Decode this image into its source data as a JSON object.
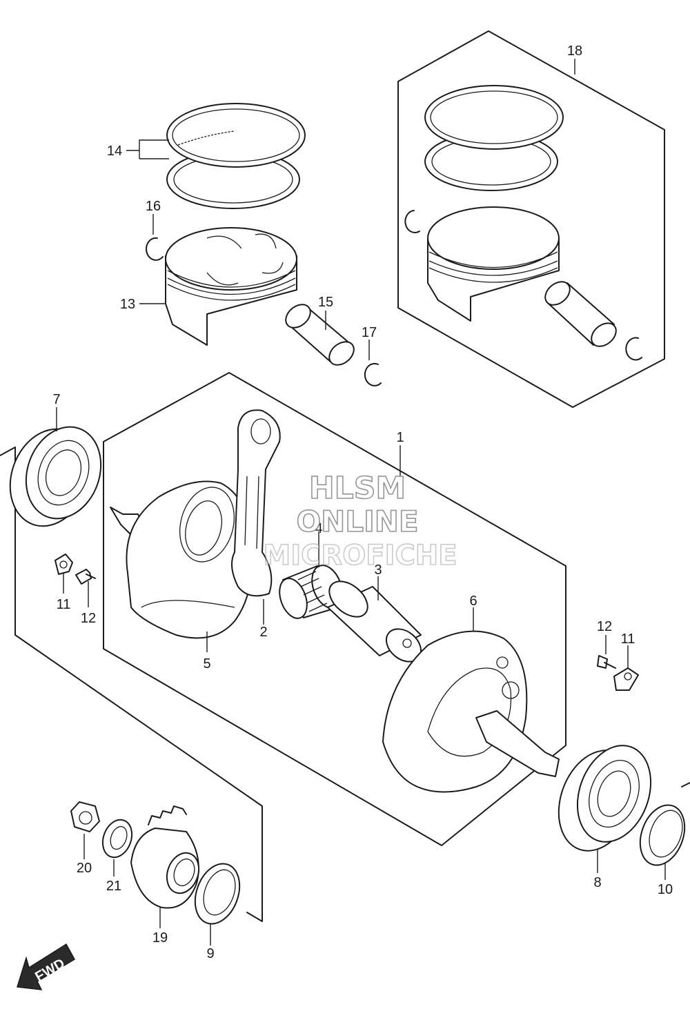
{
  "callouts": {
    "c1": "1",
    "c2": "2",
    "c3": "3",
    "c4": "4",
    "c5": "5",
    "c6": "6",
    "c7": "7",
    "c8": "8",
    "c9": "9",
    "c10": "10",
    "c11a": "11",
    "c11b": "11",
    "c12a": "12",
    "c12b": "12",
    "c13": "13",
    "c14": "14",
    "c15": "15",
    "c16": "16",
    "c17": "17",
    "c18": "18",
    "c19": "19",
    "c20": "20",
    "c21": "21"
  },
  "watermark": {
    "line1": "HLSM",
    "line2": "ONLINE",
    "line3": "MICROFICHE"
  },
  "direction_arrow": {
    "label": "FWD",
    "icon": "fwd-arrow-icon"
  }
}
